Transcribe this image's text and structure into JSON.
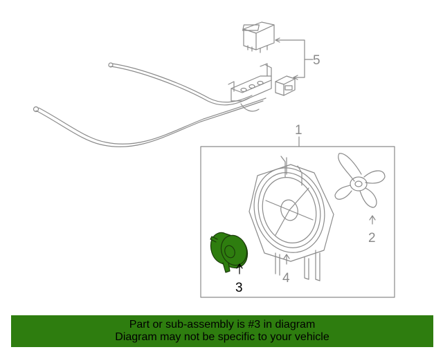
{
  "diagram": {
    "callouts": {
      "c1": "1",
      "c2": "2",
      "c3": "3",
      "c4": "4",
      "c5": "5"
    },
    "highlight_part": "3",
    "colors": {
      "line": "#8a8a8a",
      "highlight_fill": "#2e7d0f",
      "highlight_callout": "#000000"
    }
  },
  "banner": {
    "line1": "Part or sub-assembly is #3 in diagram",
    "line2": "Diagram may not be specific to your vehicle",
    "background": "#2e7d0f"
  }
}
